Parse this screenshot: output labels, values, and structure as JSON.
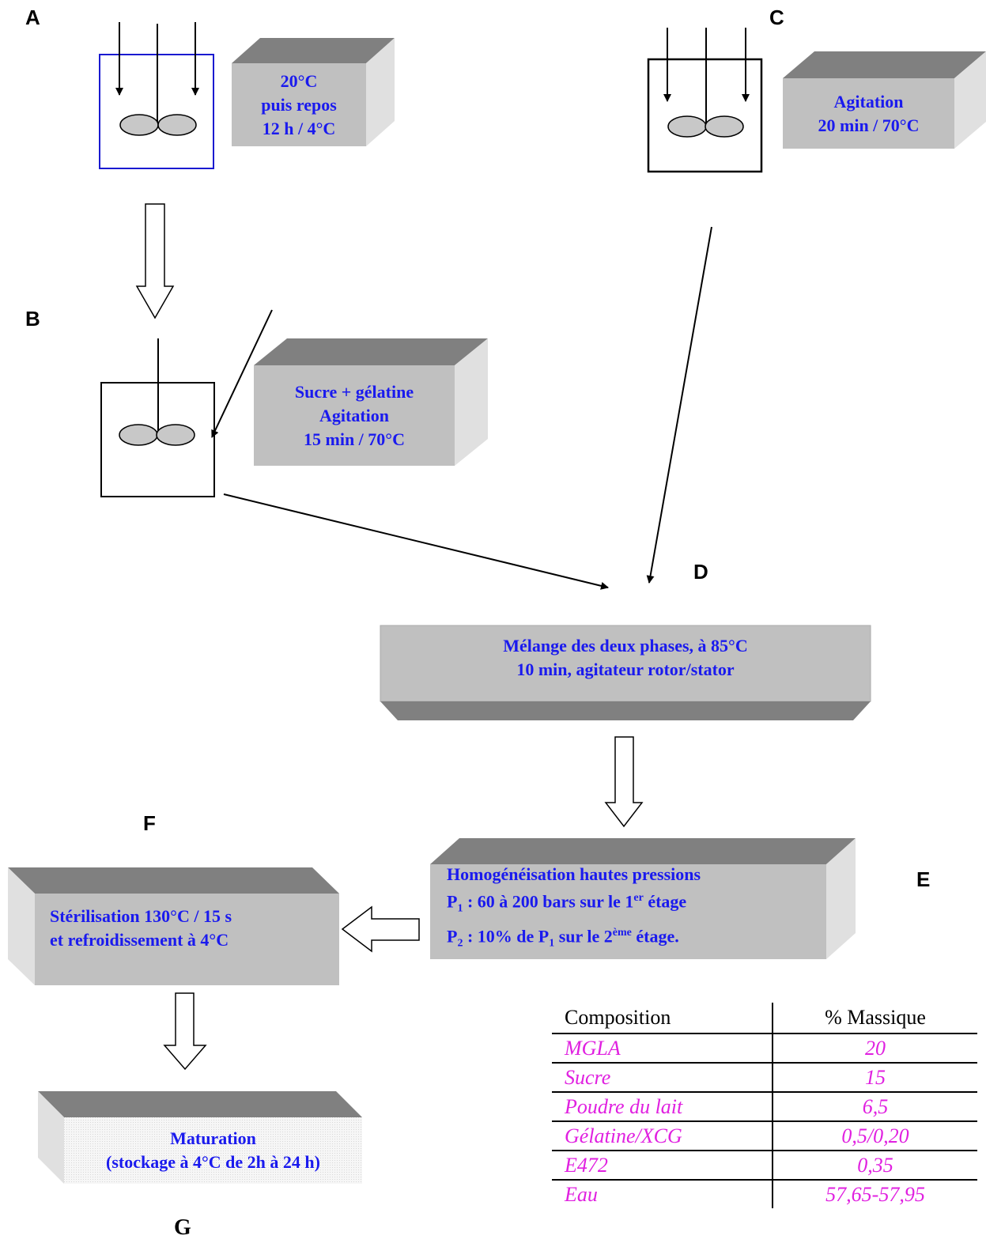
{
  "labels": {
    "a": "A",
    "b": "B",
    "c": "C",
    "d": "D",
    "e": "E",
    "f": "F",
    "g": "G"
  },
  "steps": {
    "a": {
      "lines": [
        "20°C",
        "puis repos",
        "12 h / 4°C"
      ]
    },
    "b": {
      "lines": [
        "Sucre + gélatine",
        "Agitation",
        "15 min / 70°C"
      ]
    },
    "c": {
      "lines": [
        "Agitation",
        "20 min / 70°C"
      ]
    },
    "d": {
      "lines": [
        "Mélange des deux phases, à 85°C",
        "10 min, agitateur rotor/stator"
      ]
    },
    "e": {
      "line1": "Homogénéisation hautes pressions",
      "p1": {
        "sym": "P",
        "sub": "1",
        "text": " : 60 à 200 bars sur le 1",
        "sup": "er",
        "end": " étage"
      },
      "p2": {
        "sym": "P",
        "sub": "2",
        "text": " : 10% de P",
        "sub2": "1",
        "text2": " sur le 2",
        "sup": "ème",
        "end": " étage."
      }
    },
    "f": {
      "lines": [
        "Stérilisation 130°C / 15 s",
        "et refroidissement à 4°C"
      ]
    },
    "g": {
      "lines": [
        "Maturation",
        "(stockage à 4°C de 2h à 24 h)"
      ]
    }
  },
  "table": {
    "headers": [
      "Composition",
      "% Massique"
    ],
    "rows": [
      [
        "MGLA",
        "20"
      ],
      [
        "Sucre",
        "15"
      ],
      [
        "Poudre du lait",
        "6,5"
      ],
      [
        "Gélatine/XCG",
        "0,5/0,20"
      ],
      [
        "E472",
        "0,35"
      ],
      [
        "Eau",
        "57,65-57,95"
      ]
    ]
  },
  "colors": {
    "box_front": "#c0c0c0",
    "box_top": "#808080",
    "box_side": "#e0e0e0",
    "box_text": "#1a1aee",
    "table_text": "#e020e0",
    "vessel_a_border": "#1a1ad0"
  }
}
